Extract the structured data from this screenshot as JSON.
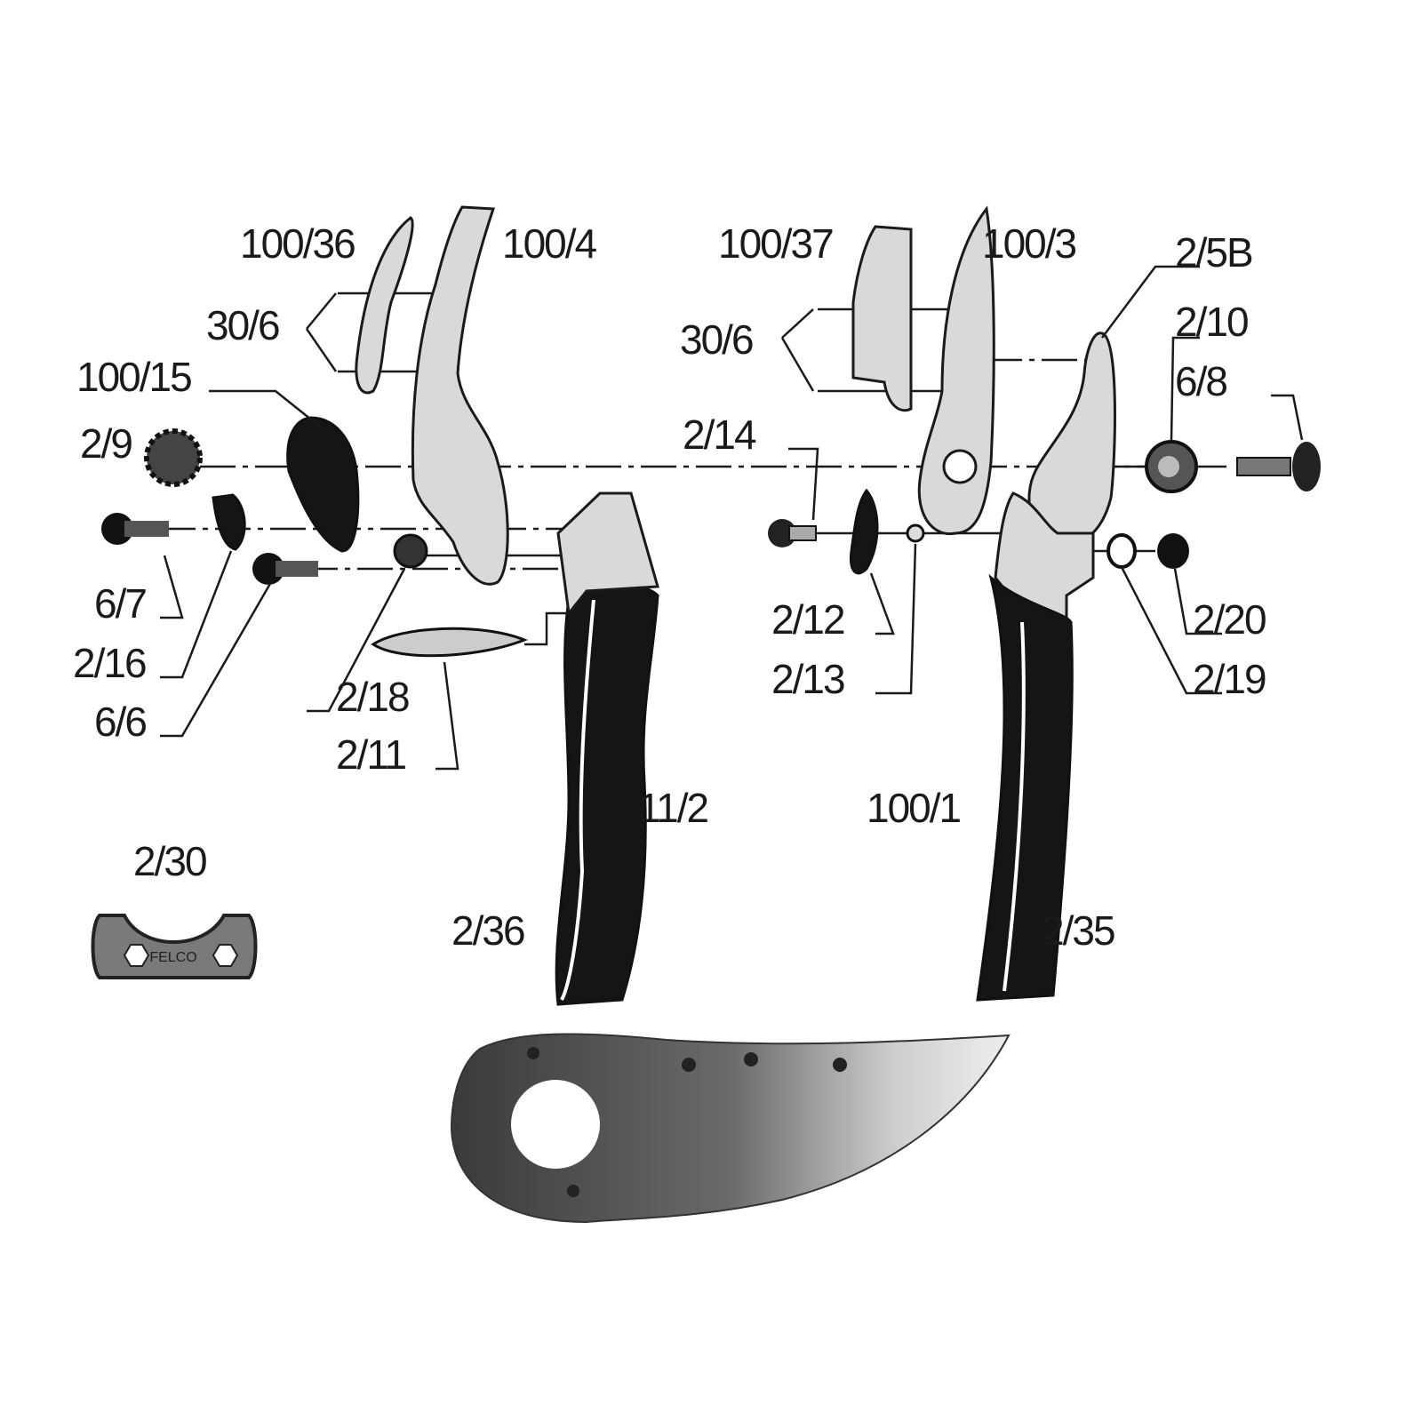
{
  "diagram": {
    "labels": {
      "l100_36": "100/36",
      "l100_4": "100/4",
      "l30_6_left": "30/6",
      "l100_15": "100/15",
      "l2_9": "2/9",
      "l6_7": "6/7",
      "l2_16": "2/16",
      "l6_6": "6/6",
      "l2_18": "2/18",
      "l2_11": "2/11",
      "l11_2": "11/2",
      "l2_36": "2/36",
      "l2_30": "2/30",
      "l100_37": "100/37",
      "l100_3": "100/3",
      "l2_5B": "2/5B",
      "l30_6_right": "30/6",
      "l2_10": "2/10",
      "l6_8": "6/8",
      "l2_14": "2/14",
      "l2_12": "2/12",
      "l2_13": "2/13",
      "l2_20": "2/20",
      "l2_19": "2/19",
      "l100_1": "100/1",
      "l2_35": "2/35"
    },
    "wrench_logo": "FELCO"
  }
}
